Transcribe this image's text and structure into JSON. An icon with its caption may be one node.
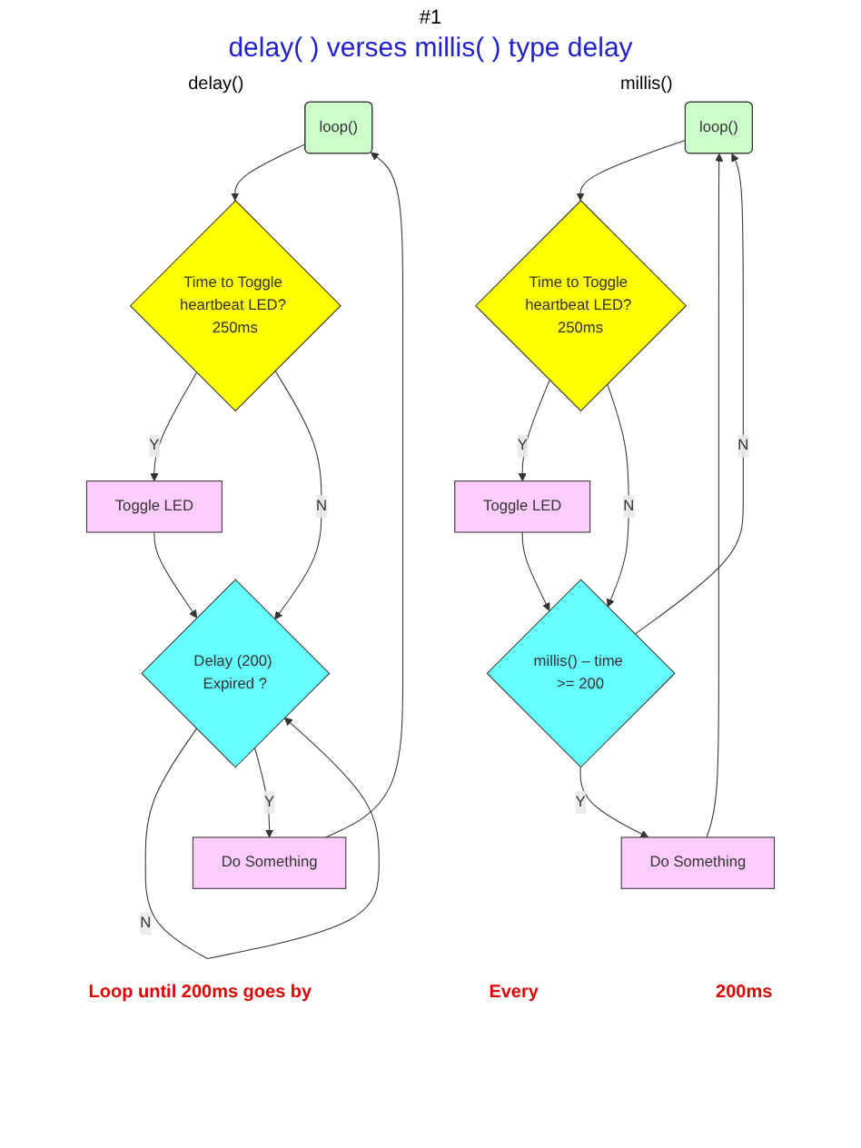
{
  "diagram": {
    "title": "delay( ) verses millis( ) type delay",
    "nodes": [
      {
        "text": [
          "loop()"
        ]
      },
      {
        "text": [
          "Time to Toggle heartbeat LED? 250ms"
        ]
      },
      {
        "text": [
          "Toggle LED"
        ]
      },
      {
        "text": [
          "Delay (200) Expired ?"
        ]
      },
      {
        "text": [
          "Do Something"
        ]
      },
      {
        "text": [
          "loop()"
        ]
      },
      {
        "text": [
          "Time to Toggle heartbeat LED? 250ms"
        ]
      },
      {
        "text": [
          "Toggle LED"
        ]
      },
      {
        "text": [
          "millis() – time >= 200"
        ]
      },
      {
        "text": [
          "Do Something"
        ]
      }
    ],
    "edges": [
      {
        "from": 0,
        "to": 1,
        "arrow": "to"
      },
      {
        "from": 1,
        "to": 2,
        "arrow": "to",
        "label": "Y"
      },
      {
        "from": 1,
        "to": 3,
        "arrow": "to",
        "label": "N"
      },
      {
        "from": 2,
        "to": 3,
        "arrow": "to"
      },
      {
        "from": 3,
        "to": 3,
        "arrow": "to",
        "label": "N"
      },
      {
        "from": 3,
        "to": 4,
        "arrow": "to",
        "label": "Y"
      },
      {
        "from": 4,
        "to": 0,
        "arrow": "to"
      },
      {
        "from": 5,
        "to": 6,
        "arrow": "to"
      },
      {
        "from": 6,
        "to": 7,
        "arrow": "to",
        "label": "Y"
      },
      {
        "from": 6,
        "to": 8,
        "arrow": "to",
        "label": "N"
      },
      {
        "from": 7,
        "to": 8,
        "arrow": "to"
      },
      {
        "from": 8,
        "to": 9,
        "arrow": "to",
        "label": "Y"
      },
      {
        "from": 8,
        "to": 5,
        "arrow": "to",
        "label": "N"
      },
      {
        "from": 9,
        "to": 5,
        "arrow": "to"
      }
    ],
    "labels": [
      "#1",
      "delay()",
      "millis()",
      "Loop until 200ms goes by",
      "Every",
      "200ms"
    ]
  }
}
